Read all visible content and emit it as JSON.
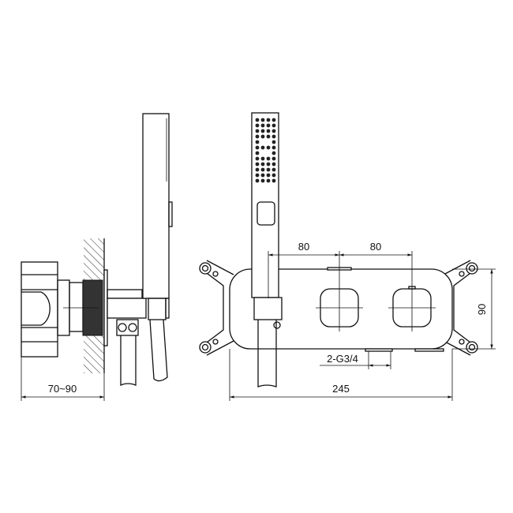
{
  "dimensions": {
    "depth": "70~90",
    "spacing_left": "80",
    "spacing_right": "80",
    "height": "90",
    "connection": "2-G3/4",
    "width": "245"
  },
  "colors": {
    "line": "#111111",
    "background": "#ffffff"
  }
}
